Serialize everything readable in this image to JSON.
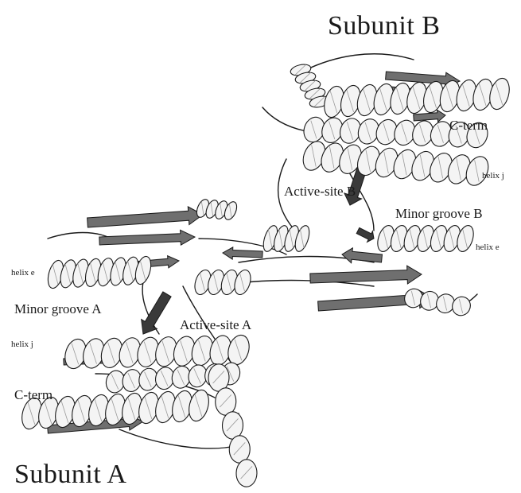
{
  "labels": {
    "subunit_b": "Subunit B",
    "subunit_a": "Subunit A",
    "c_term_b": "C-term",
    "c_term_a": "C-term",
    "helix_j_b": "helix j",
    "helix_j_a": "helix j",
    "helix_e_b": "helix e",
    "helix_e_a": "helix e",
    "active_site_b": "Active-site B",
    "active_site_a": "Active-site A",
    "minor_groove_b": "Minor groove B",
    "minor_groove_a": "Minor groove A"
  },
  "colors": {
    "helix_fill": "#f4f4f4",
    "outline": "#1a1a1a",
    "strand_fill": "#6f6f6f",
    "strand_dark": "#3a3a3a",
    "background": "#ffffff"
  }
}
